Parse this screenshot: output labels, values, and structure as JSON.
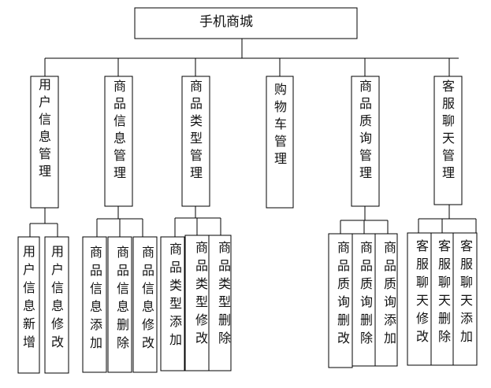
{
  "root": {
    "label": "手机商城"
  },
  "modules": [
    {
      "label": "用户信息管理",
      "children": [
        "用户信息新增",
        "用户信息修改"
      ]
    },
    {
      "label": "商品信息管理",
      "children": [
        "商品信息添加",
        "商品信息删除",
        "商品信息修改"
      ]
    },
    {
      "label": "商品类型管理",
      "children": [
        "商品类型添加",
        "商品类型修改",
        "商品类型删除"
      ]
    },
    {
      "label": "购物车管理",
      "children": []
    },
    {
      "label": "商品质询管理",
      "children": [
        "商品质询删改",
        "商品质询删除",
        "商品质询添加"
      ]
    },
    {
      "label": "客服聊天管理",
      "children": [
        "客服聊天修改",
        "客服聊天删除",
        "客服聊天添加"
      ]
    }
  ]
}
